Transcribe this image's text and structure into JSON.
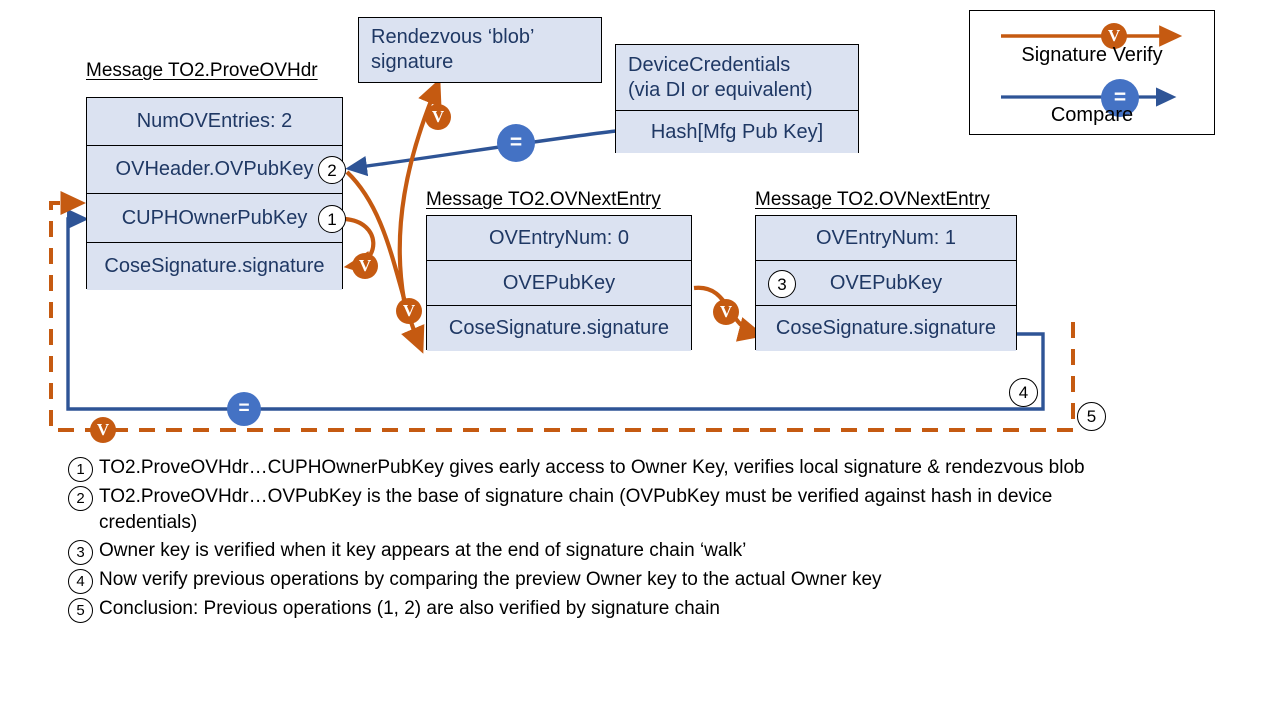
{
  "legend": {
    "signature_verify_label": "Signature Verify",
    "compare_label": "Compare",
    "verify_glyph": "V",
    "compare_glyph": "=",
    "verify_color": "#c55a11",
    "compare_color": "#4472c4"
  },
  "messages": {
    "prove_ovhdr": {
      "title": "Message TO2.ProveOVHdr",
      "rows": [
        {
          "label": "NumOVEntries: 2",
          "marker": null
        },
        {
          "label": "OVHeader.OVPubKey",
          "marker": "2"
        },
        {
          "label": "CUPHOwnerPubKey",
          "marker": "1"
        },
        {
          "label": "CoseSignature.signature",
          "marker": null
        }
      ]
    },
    "ov_next_entry_0": {
      "title": "Message TO2.OVNextEntry",
      "rows": [
        {
          "label": "OVEntryNum: 0",
          "marker": null
        },
        {
          "label": "OVEPubKey",
          "marker": null
        },
        {
          "label": "CoseSignature.signature",
          "marker": null
        }
      ]
    },
    "ov_next_entry_1": {
      "title": "Message TO2.OVNextEntry",
      "rows": [
        {
          "label": "OVEntryNum: 1",
          "marker": null
        },
        {
          "label": "OVEPubKey",
          "marker": "3"
        },
        {
          "label": "CoseSignature.signature",
          "marker": null
        }
      ]
    }
  },
  "rendezvous_blob": {
    "line1": "Rendezvous ‘blob’",
    "line2": "signature"
  },
  "device_credentials": {
    "line1": "DeviceCredentials",
    "line2": "(via DI or equivalent)",
    "hash_row": "Hash[Mfg Pub Key]"
  },
  "free_markers": {
    "four": "4",
    "five": "5"
  },
  "notes": [
    {
      "num": "1",
      "text": "TO2.ProveOVHdr…CUPHOwnerPubKey gives early access to Owner Key, verifies local signature & rendezvous blob"
    },
    {
      "num": "2",
      "text": "TO2.ProveOVHdr…OVPubKey is the base of signature chain (OVPubKey must be verified against hash in device credentials)"
    },
    {
      "num": "3",
      "text": "Owner key is verified when it key appears at the end of signature chain ‘walk’"
    },
    {
      "num": "4",
      "text": "Now verify previous operations by comparing the preview Owner key to the actual Owner key"
    },
    {
      "num": "5",
      "text": "Conclusion: Previous operations (1, 2) are also verified by signature chain"
    }
  ]
}
